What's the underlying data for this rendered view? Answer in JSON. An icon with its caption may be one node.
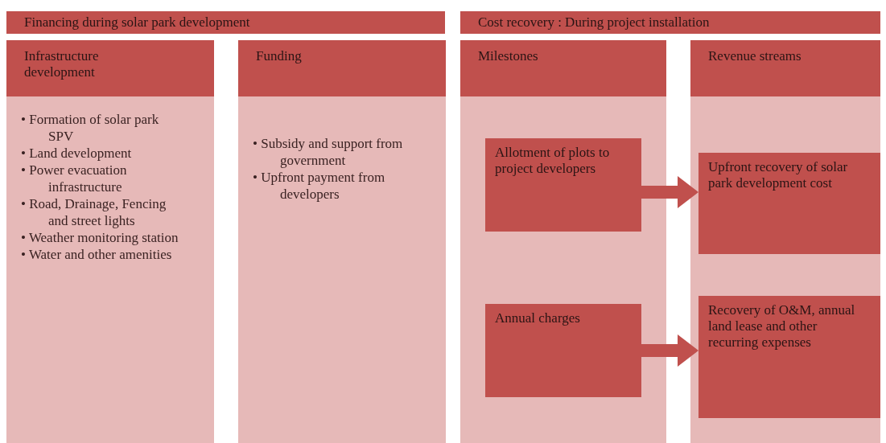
{
  "diagram": {
    "nodes": [
      {
        "text": [
          "Financing during solar park development"
        ]
      },
      {
        "text": [
          "Cost recovery : During project installation"
        ]
      },
      {
        "text": [
          "Infrastructure development",
          "• Formation of solar park SPV",
          "• Land development",
          "• Power evacuation infrastructure",
          "• Road, Drainage, Fencing and street lights",
          "• Weather monitoring station",
          "• Water and other amenities"
        ]
      },
      {
        "text": [
          "Funding",
          "• Subsidy and support from government",
          "• Upfront payment from developers"
        ]
      },
      {
        "text": [
          "Milestones"
        ]
      },
      {
        "text": [
          "Allotment of plots to project developers"
        ],
        "in": 4
      },
      {
        "text": [
          "Annual charges"
        ],
        "in": 4
      },
      {
        "text": [
          "Revenue streams"
        ]
      },
      {
        "text": [
          "Upfront recovery of solar park development cost"
        ],
        "in": 7
      },
      {
        "text": [
          "Recovery of O&M, annual land lease and other recurring expenses"
        ],
        "in": 7
      }
    ],
    "edges": [
      {
        "from": 5,
        "to": 8,
        "arrow": "to"
      },
      {
        "from": 6,
        "to": 9,
        "arrow": "to"
      }
    ]
  }
}
